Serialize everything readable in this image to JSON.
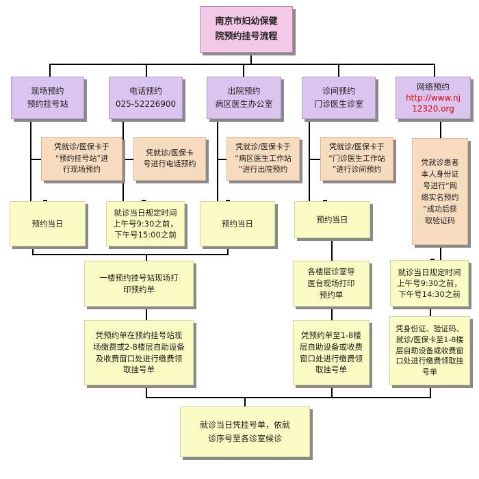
{
  "title": {
    "line1": "南京市妇幼保健",
    "line2": "院预约挂号流程"
  },
  "methods": [
    {
      "line1": "现场预约",
      "line2": "预约挂号站"
    },
    {
      "line1": "电话预约",
      "line2": "025-52226900"
    },
    {
      "line1": "出院预约",
      "line2": "病区医生办公室"
    },
    {
      "line1": "诊间预约",
      "line2": "门诊医生诊室"
    },
    {
      "line1": "网络预约",
      "line2": "http://www.nj",
      "line3": "12320.org"
    }
  ],
  "notes": [
    {
      "line1": "凭就诊/医保卡于",
      "line2": "“预约挂号站”进",
      "line3": "行现场预约"
    },
    {
      "line1": "凭就诊/医保卡",
      "line2": "号进行电话预约"
    },
    {
      "line1": "凭就诊/医保卡于",
      "line2": "“病区医生工作站",
      "line3": "”进行出院预约"
    },
    {
      "line1": "凭就诊/医保卡于",
      "line2": "“门诊医生工作站",
      "line3": "”进行诊间预约"
    },
    {
      "lines": [
        "凭就诊患者",
        "本人身份证",
        "号进行“网",
        "络实名预约",
        "”成功后获",
        "取验证码"
      ]
    }
  ],
  "day_boxes": {
    "b1": "预约当日",
    "b2": {
      "line1": "就诊当日规定时间",
      "line2": "上午号9:30之前，",
      "line3": "下午号15:00之前"
    },
    "b3": "预约当日",
    "b4": "预约当日",
    "b5": {
      "line1": "就诊当日规定时间",
      "line2": "上午号9:30之前，",
      "line3": "下午号14:30之前"
    }
  },
  "print_boxes": {
    "left": {
      "line1": "一楼预约挂号站现场打",
      "line2": "印预约单"
    },
    "mid": {
      "line1": "各楼层诊室导",
      "line2": "医台现场打印",
      "line3": "预约单"
    }
  },
  "pay_boxes": {
    "left": {
      "line1": "凭预约单在预约挂号站现",
      "line2": "场缴费或2-8楼层自助设备",
      "line3": "及收费窗口处进行缴费领",
      "line4": "取挂号单"
    },
    "mid": {
      "line1": "凭预约单至1-8楼",
      "line2": "层自助设备或收费",
      "line3": "窗口处进行缴费领",
      "line4": "取挂号单"
    },
    "right": {
      "line1": "凭身份证、验证码、",
      "line2": "就诊/医保卡至1-8楼",
      "line3": "层自助设备或收费窗",
      "line4": "口处进行缴费领取挂",
      "line5": "号单"
    }
  },
  "final": {
    "line1": "就诊当日凭挂号单，依就",
    "line2": "诊序号至各诊室候诊"
  },
  "colors": {
    "title_fill": "#f3c9e7",
    "method_fill": "#dcc4f1",
    "note_fill": "#f8dcc0",
    "step_fill": "#fbfbc4",
    "url": "#e00000"
  }
}
